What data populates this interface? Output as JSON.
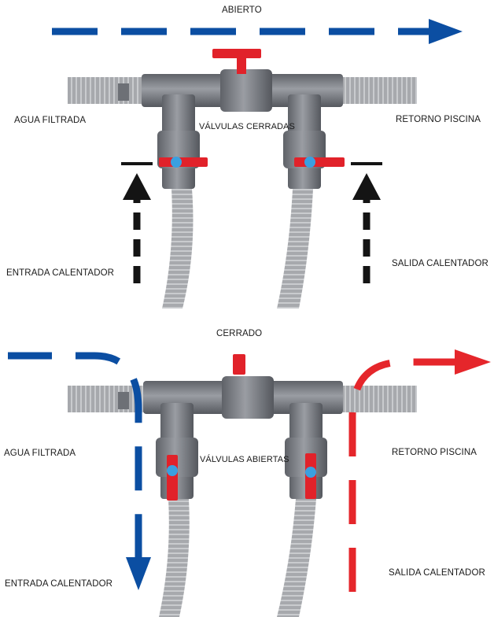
{
  "colors": {
    "flow_blue": "#0b4ea2",
    "flow_red": "#e5262b",
    "arrow_black": "#141414",
    "pipe_gray": "#7c7f85",
    "hose_gray": "#a9abaf",
    "valve_red": "#e1222a",
    "valve_blue": "#3aa0e0"
  },
  "icons": {
    "valve_handle": "valve-handle-icon",
    "flow_arrow": "arrow-icon"
  },
  "top": {
    "title": "ABIERTO",
    "center_label": "VÁLVULAS CERRADAS",
    "left_label": "AGUA FILTRADA",
    "right_label": "RETORNO PISCINA",
    "bottom_left_label": "ENTRADA CALENTADOR",
    "bottom_right_label": "SALIDA CALENTADOR"
  },
  "bottom": {
    "title": "CERRADO",
    "center_label": "VÁLVULAS ABIERTAS",
    "left_label": "AGUA FILTRADA",
    "right_label": "RETORNO PISCINA",
    "bottom_left_label": "ENTRADA CALENTADOR",
    "bottom_right_label": "SALIDA CALENTADOR"
  }
}
